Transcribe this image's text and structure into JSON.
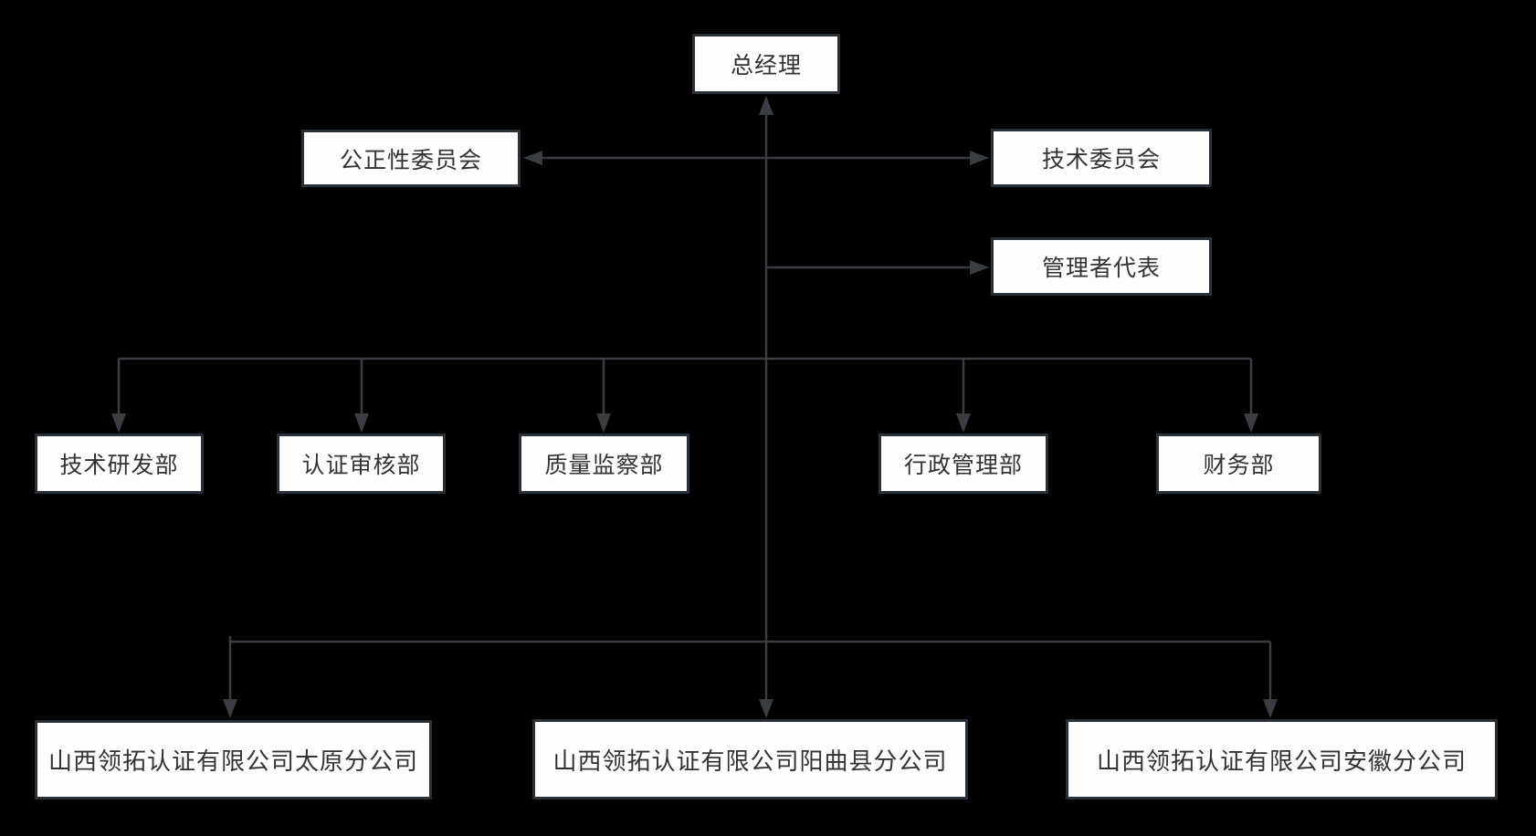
{
  "diagram": {
    "type": "org-chart",
    "colors": {
      "background": "#000000",
      "box_fill": "#fdfdfd",
      "box_border": "#293039",
      "text": "#333333",
      "connector": "#3a3d42"
    },
    "nodes": {
      "general_manager": {
        "label": "总经理"
      },
      "impartiality_committee": {
        "label": "公正性委员会"
      },
      "technical_committee": {
        "label": "技术委员会"
      },
      "management_representative": {
        "label": "管理者代表"
      },
      "tech_rd_dept": {
        "label": "技术研发部"
      },
      "cert_audit_dept": {
        "label": "认证审核部"
      },
      "quality_inspection_dept": {
        "label": "质量监察部"
      },
      "admin_dept": {
        "label": "行政管理部"
      },
      "finance_dept": {
        "label": "财务部"
      },
      "taiyuan_branch": {
        "label": "山西领拓认证有限公司太原分公司"
      },
      "yangqu_branch": {
        "label": "山西领拓认证有限公司阳曲县分公司"
      },
      "anhui_branch": {
        "label": "山西领拓认证有限公司安徽分公司"
      }
    },
    "edges": [
      {
        "from": "main_trunk",
        "to": "general_manager",
        "arrow": "up"
      },
      {
        "from": "impartiality_committee",
        "to": "technical_committee",
        "arrow": "both",
        "crosses": "main_trunk"
      },
      {
        "from": "main_trunk",
        "to": "management_representative",
        "arrow": "right"
      },
      {
        "from": "main_trunk",
        "to": "tech_rd_dept",
        "arrow": "down"
      },
      {
        "from": "main_trunk",
        "to": "cert_audit_dept",
        "arrow": "down"
      },
      {
        "from": "main_trunk",
        "to": "quality_inspection_dept",
        "arrow": "down"
      },
      {
        "from": "main_trunk",
        "to": "admin_dept",
        "arrow": "down"
      },
      {
        "from": "main_trunk",
        "to": "finance_dept",
        "arrow": "down"
      },
      {
        "from": "main_trunk",
        "to": "taiyuan_branch",
        "arrow": "down"
      },
      {
        "from": "main_trunk",
        "to": "yangqu_branch",
        "arrow": "down"
      },
      {
        "from": "main_trunk",
        "to": "anhui_branch",
        "arrow": "down"
      }
    ]
  }
}
